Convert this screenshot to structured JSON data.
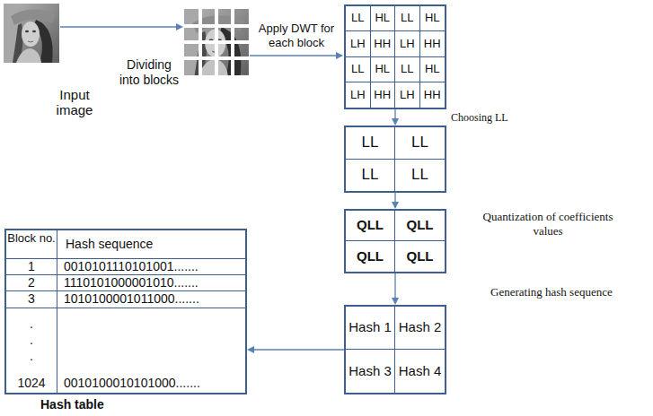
{
  "diagram": {
    "nodes": [
      {
        "text": []
      },
      {
        "text": [
          "LL"
        ],
        "in": 0
      },
      {
        "text": [
          "HL"
        ],
        "in": 0
      },
      {
        "text": [
          "LL"
        ],
        "in": 0
      },
      {
        "text": [
          "HL"
        ],
        "in": 0
      },
      {
        "text": [
          "LH"
        ],
        "in": 0
      },
      {
        "text": [
          "HH"
        ],
        "in": 0
      },
      {
        "text": [
          "LH"
        ],
        "in": 0
      },
      {
        "text": [
          "HH"
        ],
        "in": 0
      },
      {
        "text": [
          "LL"
        ],
        "in": 0
      },
      {
        "text": [
          "HL"
        ],
        "in": 0
      },
      {
        "text": [
          "LL"
        ],
        "in": 0
      },
      {
        "text": [
          "HL"
        ],
        "in": 0
      },
      {
        "text": [
          "LH"
        ],
        "in": 0
      },
      {
        "text": [
          "HH"
        ],
        "in": 0
      },
      {
        "text": [
          "LH"
        ],
        "in": 0
      },
      {
        "text": [
          "HH"
        ],
        "in": 0
      },
      {
        "text": []
      },
      {
        "text": [
          "LL"
        ],
        "in": 17
      },
      {
        "text": [
          "LL"
        ],
        "in": 17
      },
      {
        "text": [
          "LL"
        ],
        "in": 17
      },
      {
        "text": [
          "LL"
        ],
        "in": 17
      },
      {
        "text": []
      },
      {
        "text": [
          "QLL"
        ],
        "in": 22
      },
      {
        "text": [
          "QLL"
        ],
        "in": 22
      },
      {
        "text": [
          "QLL"
        ],
        "in": 22
      },
      {
        "text": [
          "QLL"
        ],
        "in": 22
      },
      {
        "text": []
      },
      {
        "text": [
          "Hash 1"
        ],
        "in": 27
      },
      {
        "text": [
          "Hash 2"
        ],
        "in": 27
      },
      {
        "text": [
          "Hash 3"
        ],
        "in": 27
      },
      {
        "text": [
          "Hash 4"
        ],
        "in": 27
      },
      {
        "text": [
          "Hash table"
        ]
      }
    ],
    "edges": [
      {
        "from": 0,
        "to": 17,
        "arrow": "to",
        "label": "Choosing LL"
      },
      {
        "from": 17,
        "to": 22,
        "arrow": "to",
        "label": "Quantization of coefficients values"
      },
      {
        "from": 22,
        "to": 27,
        "arrow": "to",
        "label": "Generating hash sequence"
      },
      {
        "from": 27,
        "to": 32,
        "arrow": "to"
      }
    ],
    "labels": [
      "Input image",
      "Dividing into blocks",
      "Apply DWT for each block",
      "Block no.",
      "Hash sequence",
      "1",
      "0010101110101001.......",
      "2",
      "1110101000001010.......",
      "3",
      "1010100001011000.......",
      ".",
      ".",
      ".",
      "1024",
      "0010100010101000......."
    ]
  }
}
